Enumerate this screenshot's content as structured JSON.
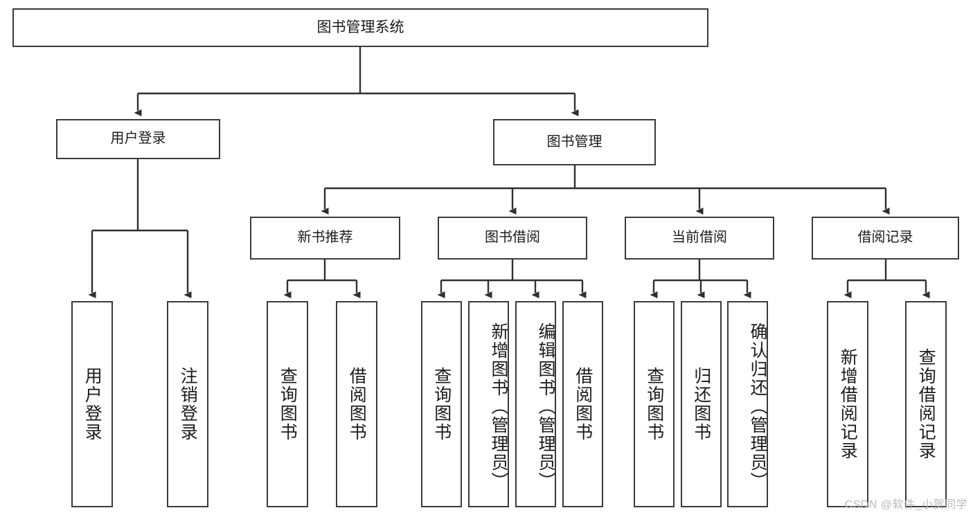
{
  "diagram": {
    "title": "图书管理系统",
    "root": {
      "label": "图书管理系统"
    },
    "level2": [
      {
        "label": "用户登录"
      },
      {
        "label": "图书管理"
      }
    ],
    "level3": [
      {
        "label": "新书推荐"
      },
      {
        "label": "图书借阅"
      },
      {
        "label": "当前借阅"
      },
      {
        "label": "借阅记录"
      }
    ],
    "leaves": {
      "user_login": [
        {
          "label": "用户登录"
        },
        {
          "label": "注销登录"
        }
      ],
      "new_book": [
        {
          "label": "查询图书"
        },
        {
          "label": "借阅图书"
        }
      ],
      "borrow": [
        {
          "label": "查询图书"
        },
        {
          "label": "新增图书（管理员）"
        },
        {
          "label": "编辑图书（管理员）"
        },
        {
          "label": "借阅图书"
        }
      ],
      "current": [
        {
          "label": "查询图书"
        },
        {
          "label": "归还图书"
        },
        {
          "label": "确认归还（管理员）"
        }
      ],
      "records": [
        {
          "label": "新增借阅记录"
        },
        {
          "label": "查询借阅记录"
        }
      ]
    }
  },
  "watermark": {
    "text": "CSDN @软件_小贺同学"
  },
  "colors": {
    "stroke": "#3a3a3a",
    "text": "#1b1b1b",
    "background": "#ffffff",
    "watermark": "#b9b9b9"
  }
}
